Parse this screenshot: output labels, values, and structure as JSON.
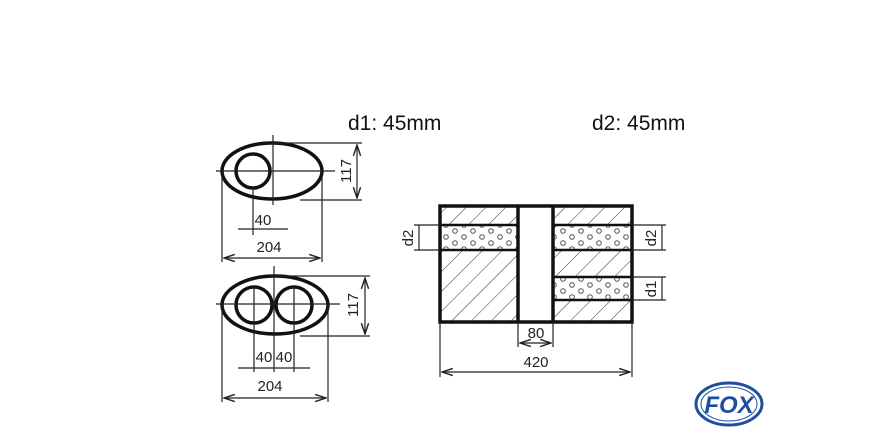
{
  "titles": {
    "d1": "d1: 45mm",
    "d2": "d2: 45mm"
  },
  "single_oval": {
    "height": "117",
    "pipe": "40",
    "width": "204"
  },
  "double_oval": {
    "height": "117",
    "pipe_left": "40",
    "pipe_right": "40",
    "width": "204"
  },
  "side_view": {
    "d2_left": "d2",
    "d2_right": "d2",
    "d1_right": "d1",
    "inner": "80",
    "length": "420"
  },
  "logo": {
    "text": "FOX",
    "color": "#1f4e9e"
  }
}
